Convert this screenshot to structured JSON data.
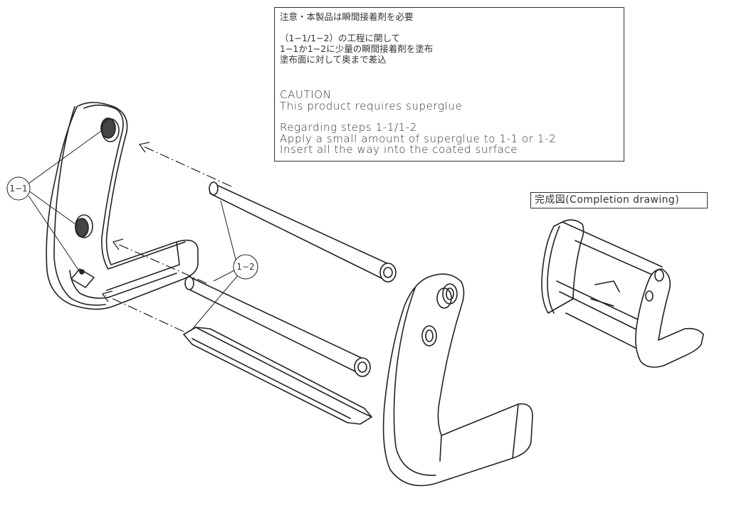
{
  "caution_box": {
    "jp_line1": "注意・本製品は瞬間接着剤を必要",
    "jp_line2": "（1−1/1−2）の工程に関して",
    "jp_line3": "1−1か1−2に少量の瞬間接着剤を塗布",
    "jp_line4": "塗布面に対して奥まで差込",
    "en_title": "CAUTION",
    "en_line1": "This product requires superglue",
    "en_line2": "Regarding steps 1-1/1-2",
    "en_line3": "Apply a small amount of superglue to 1-1 or 1-2",
    "en_line4": "Insert all the way into the coated surface"
  },
  "completion_label": "完成図(Completion drawing)",
  "callouts": {
    "part_a": "1−1",
    "part_b": "1−2"
  }
}
